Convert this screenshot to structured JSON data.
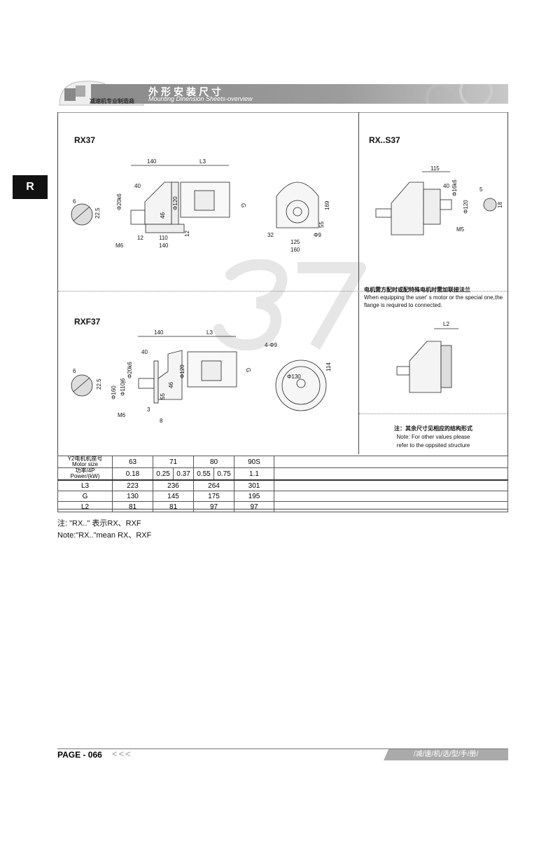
{
  "header": {
    "title_cn": "外形安装尺寸",
    "title_en": "Mounting Dinension Sheets-overview",
    "tagline": "减速机专业制造商"
  },
  "side_tab": "R",
  "watermark": "37",
  "rx37": {
    "title": "RX37",
    "dims": {
      "d140": "140",
      "l3": "L3",
      "d40": "40",
      "shaft": "Φ20k6",
      "d46": "46",
      "d120": "Φ120",
      "g": "G",
      "m6": "M6",
      "d12a": "12",
      "d110": "110",
      "d140b": "140",
      "d12b": "12",
      "key6": "6",
      "key225": "22.5",
      "d169": "169",
      "d55": "55",
      "d32": "32",
      "d9": "Φ9",
      "d125": "125",
      "d160": "160"
    }
  },
  "rxs37": {
    "title": "RX..S37",
    "dims": {
      "d115": "115",
      "d40": "40",
      "shaft": "Φ16k6",
      "d120": "Φ120",
      "m5": "M5",
      "key5": "5",
      "key18": "18"
    }
  },
  "rxf37": {
    "title": "RXF37",
    "dims": {
      "d140": "140",
      "l3": "L3",
      "d40": "40",
      "d160": "Φ160",
      "d110": "Φ110j6",
      "shaft": "Φ20k6",
      "d46": "46",
      "d120": "Φ120",
      "d55": "55",
      "g": "G",
      "m6": "M6",
      "d3": "3",
      "d8": "8",
      "key6": "6",
      "key225": "22.5",
      "holes": "4-Φ9",
      "d130": "Φ130",
      "d114": "114"
    }
  },
  "right_notes": {
    "flange_cn": "电机需方配时或配特殊电机时需加联接法兰",
    "flange_en": "When equipping the user' s motor or the special one,the flange is required to connected.",
    "l2": "L2",
    "other_cn": "注：其余尺寸见相应的结构形式",
    "other_en1": "Note: For other values please",
    "other_en2": "refer to the oppsited structure"
  },
  "table": {
    "row_motor": {
      "label_cn": "Y2电机机座号",
      "label_en": "Motor size",
      "values": [
        "63",
        "71",
        "80",
        "90S"
      ]
    },
    "row_power": {
      "label_cn": "功率/4P",
      "label_en": "Power/(kW)",
      "values": [
        "0.18",
        "0.25",
        "0.37",
        "0.55",
        "0.75",
        "1.1"
      ]
    },
    "rows": [
      {
        "label": "L3",
        "values": [
          "223",
          "236",
          "264",
          "301"
        ]
      },
      {
        "label": "G",
        "values": [
          "130",
          "145",
          "175",
          "195"
        ]
      },
      {
        "label": "L2",
        "values": [
          "81",
          "81",
          "97",
          "97"
        ]
      }
    ]
  },
  "notes": {
    "cn": "注: \"RX..\" 表示RX、RXF",
    "en": "Note:\"RX..\"mean RX、RXF"
  },
  "footer": {
    "page": "PAGE - 066",
    "arrows": "<<<",
    "tag": "/减/速/机/选/型/手/册/"
  }
}
